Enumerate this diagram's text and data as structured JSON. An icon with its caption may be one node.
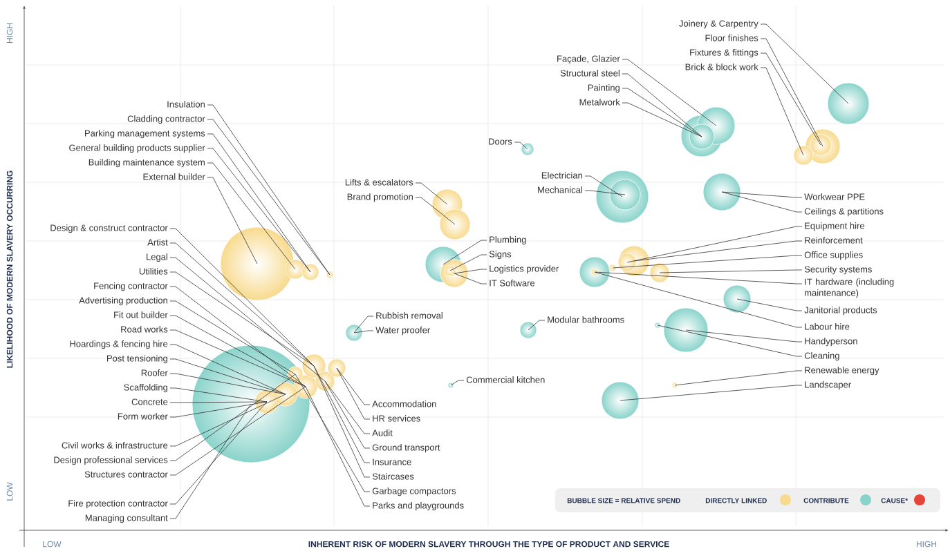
{
  "diagram": {
    "nodes": [
      {
        "text": [
          "Insulation"
        ]
      },
      {
        "text": [
          "Cladding contractor"
        ]
      },
      {
        "text": [
          "Parking management systems"
        ]
      },
      {
        "text": [
          "General building products supplier"
        ]
      },
      {
        "text": [
          "Building maintenance system"
        ]
      },
      {
        "text": [
          "External builder"
        ]
      },
      {
        "text": [
          "Design & construct contractor"
        ]
      },
      {
        "text": [
          "Artist"
        ]
      },
      {
        "text": [
          "Legal"
        ]
      },
      {
        "text": [
          "Utilities"
        ]
      },
      {
        "text": [
          "Fencing contractor"
        ]
      },
      {
        "text": [
          "Advertising production"
        ]
      },
      {
        "text": [
          "Fit out builder"
        ]
      },
      {
        "text": [
          "Road works"
        ]
      },
      {
        "text": [
          "Hoardings & fencing hire"
        ]
      },
      {
        "text": [
          "Post tensioning"
        ]
      },
      {
        "text": [
          "Roofer"
        ]
      },
      {
        "text": [
          "Scaffolding"
        ]
      },
      {
        "text": [
          "Concrete"
        ]
      },
      {
        "text": [
          "Form worker"
        ]
      },
      {
        "text": [
          "Civil works & infrastructure"
        ]
      },
      {
        "text": [
          "Design professional services"
        ]
      },
      {
        "text": [
          "Structures contractor"
        ]
      },
      {
        "text": [
          "Fire protection contractor"
        ]
      },
      {
        "text": [
          "Managing consultant"
        ]
      },
      {
        "text": [
          "Accommodation"
        ]
      },
      {
        "text": [
          "HR services"
        ]
      },
      {
        "text": [
          "Audit"
        ]
      },
      {
        "text": [
          "Ground transport"
        ]
      },
      {
        "text": [
          "Insurance"
        ]
      },
      {
        "text": [
          "Staircases"
        ]
      },
      {
        "text": [
          "Garbage compactors"
        ]
      },
      {
        "text": [
          "Parks and playgrounds"
        ]
      },
      {
        "text": [
          "Lifts & escalators"
        ]
      },
      {
        "text": [
          "Brand promotion"
        ]
      },
      {
        "text": [
          "Plumbing"
        ]
      },
      {
        "text": [
          "Signs"
        ]
      },
      {
        "text": [
          "Logistics provider"
        ]
      },
      {
        "text": [
          "IT Software"
        ]
      },
      {
        "text": [
          "Rubbish removal"
        ]
      },
      {
        "text": [
          "Water proofer"
        ]
      },
      {
        "text": [
          "Commercial kitchen"
        ]
      },
      {
        "text": [
          "Doors"
        ]
      },
      {
        "text": [
          "Electrician"
        ]
      },
      {
        "text": [
          "Mechanical"
        ]
      },
      {
        "text": [
          "Modular bathrooms"
        ]
      },
      {
        "text": [
          "Façade, Glazier"
        ]
      },
      {
        "text": [
          "Structural steel"
        ]
      },
      {
        "text": [
          "Painting"
        ]
      },
      {
        "text": [
          "Metalwork"
        ]
      },
      {
        "text": [
          "Joinery & Carpentry"
        ]
      },
      {
        "text": [
          "Floor finishes"
        ]
      },
      {
        "text": [
          "Fixtures & fittings"
        ]
      },
      {
        "text": [
          "Brick & block work"
        ]
      },
      {
        "text": [
          "Workwear PPE"
        ]
      },
      {
        "text": [
          "Ceilings & partitions"
        ]
      },
      {
        "text": [
          "Equipment hire"
        ]
      },
      {
        "text": [
          "Reinforcement"
        ]
      },
      {
        "text": [
          "Office supplies"
        ]
      },
      {
        "text": [
          "Security systems"
        ]
      },
      {
        "text": [
          "IT hardware (including maintenance)"
        ]
      },
      {
        "text": [
          "Janitorial products"
        ]
      },
      {
        "text": [
          "Labour hire"
        ]
      },
      {
        "text": [
          "Handyperson"
        ]
      },
      {
        "text": [
          "Cleaning"
        ]
      },
      {
        "text": [
          "Renewable energy"
        ]
      },
      {
        "text": [
          "Landscaper"
        ]
      },
      {
        "text": [],
        "shape": "circle"
      },
      {
        "text": [],
        "shape": "circle"
      },
      {
        "text": [],
        "shape": "circle",
        "in": 67
      },
      {
        "text": [],
        "shape": "circle",
        "in": 67
      },
      {
        "text": [],
        "shape": "circle"
      },
      {
        "text": [],
        "shape": "circle"
      },
      {
        "text": [],
        "shape": "circle",
        "in": 67
      },
      {
        "text": [],
        "shape": "circle"
      },
      {
        "text": [],
        "shape": "circle"
      },
      {
        "text": [],
        "shape": "circle"
      },
      {
        "text": [],
        "shape": "circle"
      },
      {
        "text": [],
        "shape": "circle"
      },
      {
        "text": [],
        "shape": "circle"
      },
      {
        "text": [],
        "shape": "circle"
      },
      {
        "text": [],
        "shape": "circle"
      },
      {
        "text": [],
        "shape": "circle"
      },
      {
        "text": [],
        "shape": "circle"
      },
      {
        "text": [],
        "shape": "circle"
      },
      {
        "text": [],
        "shape": "circle"
      },
      {
        "text": [],
        "shape": "circle"
      },
      {
        "text": [],
        "shape": "circle"
      },
      {
        "text": [],
        "shape": "circle"
      },
      {
        "text": [],
        "shape": "circle",
        "in": 88
      },
      {
        "text": [],
        "shape": "circle"
      },
      {
        "text": [],
        "shape": "circle"
      },
      {
        "text": [],
        "shape": "circle"
      },
      {
        "text": [],
        "shape": "circle",
        "in": 92
      },
      {
        "text": [],
        "shape": "circle",
        "in": 95
      },
      {
        "text": [],
        "shape": "circle"
      },
      {
        "text": [],
        "shape": "circle"
      },
      {
        "text": [],
        "shape": "circle"
      },
      {
        "text": [],
        "shape": "circle"
      },
      {
        "text": [],
        "shape": "circle"
      },
      {
        "text": [],
        "shape": "circle"
      },
      {
        "text": [],
        "shape": "circle",
        "in": 100
      },
      {
        "text": [],
        "shape": "circle"
      },
      {
        "text": [],
        "shape": "circle"
      },
      {
        "text": [],
        "shape": "circle"
      },
      {
        "text": [],
        "shape": "circle"
      },
      {
        "text": [],
        "shape": "circle",
        "in": 107
      },
      {
        "text": [],
        "shape": "circle"
      },
      {
        "text": [],
        "shape": "circle"
      }
    ],
    "edges": [
      {
        "from": 0,
        "to": 77,
        "arrow": "none"
      },
      {
        "from": 1,
        "to": 77,
        "arrow": "none"
      },
      {
        "from": 2,
        "to": 74,
        "arrow": "none"
      },
      {
        "from": 3,
        "to": 74,
        "arrow": "none"
      },
      {
        "from": 4,
        "to": 71,
        "arrow": "none"
      },
      {
        "from": 5,
        "to": 68,
        "arrow": "none"
      },
      {
        "from": 6,
        "to": 75,
        "arrow": "none"
      },
      {
        "from": 7,
        "to": 75,
        "arrow": "none"
      },
      {
        "from": 8,
        "to": 76,
        "arrow": "none"
      },
      {
        "from": 9,
        "to": 75,
        "arrow": "none"
      },
      {
        "from": 10,
        "to": 72,
        "arrow": "none"
      },
      {
        "from": 11,
        "to": 73,
        "arrow": "none"
      },
      {
        "from": 12,
        "to": 72,
        "arrow": "none"
      },
      {
        "from": 13,
        "to": 72,
        "arrow": "none"
      },
      {
        "from": 14,
        "to": 70,
        "arrow": "none"
      },
      {
        "from": 15,
        "to": 70,
        "arrow": "none"
      },
      {
        "from": 16,
        "to": 70,
        "arrow": "none"
      },
      {
        "from": 17,
        "to": 69,
        "arrow": "none"
      },
      {
        "from": 18,
        "to": 69,
        "arrow": "none"
      },
      {
        "from": 19,
        "to": 69,
        "arrow": "none"
      },
      {
        "from": 20,
        "to": 70,
        "arrow": "none"
      },
      {
        "from": 21,
        "to": 73,
        "arrow": "none"
      },
      {
        "from": 22,
        "to": 72,
        "arrow": "none"
      },
      {
        "from": 23,
        "to": 69,
        "arrow": "none"
      },
      {
        "from": 24,
        "to": 67,
        "arrow": "none"
      },
      {
        "from": 25,
        "to": 78,
        "arrow": "none"
      },
      {
        "from": 26,
        "to": 78,
        "arrow": "none"
      },
      {
        "from": 27,
        "to": 76,
        "arrow": "none"
      },
      {
        "from": 28,
        "to": 76,
        "arrow": "none"
      },
      {
        "from": 29,
        "to": 75,
        "arrow": "none"
      },
      {
        "from": 30,
        "to": 75,
        "arrow": "none"
      },
      {
        "from": 31,
        "to": 73,
        "arrow": "none"
      },
      {
        "from": 32,
        "to": 72,
        "arrow": "none"
      },
      {
        "from": 33,
        "to": 81,
        "arrow": "none"
      },
      {
        "from": 34,
        "to": 85,
        "arrow": "none"
      },
      {
        "from": 35,
        "to": 80,
        "arrow": "none"
      },
      {
        "from": 36,
        "to": 82,
        "arrow": "none"
      },
      {
        "from": 37,
        "to": 84,
        "arrow": "none"
      },
      {
        "from": 38,
        "to": 84,
        "arrow": "none"
      },
      {
        "from": 39,
        "to": 79,
        "arrow": "none"
      },
      {
        "from": 40,
        "to": 79,
        "arrow": "none"
      },
      {
        "from": 41,
        "to": 83,
        "arrow": "none"
      },
      {
        "from": 42,
        "to": 86,
        "arrow": "none"
      },
      {
        "from": 43,
        "to": 92,
        "arrow": "none"
      },
      {
        "from": 44,
        "to": 93,
        "arrow": "none"
      },
      {
        "from": 45,
        "to": 87,
        "arrow": "none"
      },
      {
        "from": 46,
        "to": 102,
        "arrow": "none"
      },
      {
        "from": 47,
        "to": 101,
        "arrow": "none"
      },
      {
        "from": 48,
        "to": 101,
        "arrow": "none"
      },
      {
        "from": 49,
        "to": 101,
        "arrow": "none"
      },
      {
        "from": 50,
        "to": 108,
        "arrow": "none"
      },
      {
        "from": 51,
        "to": 107,
        "arrow": "none"
      },
      {
        "from": 52,
        "to": 106,
        "arrow": "none"
      },
      {
        "from": 53,
        "to": 105,
        "arrow": "none"
      },
      {
        "from": 54,
        "to": 103,
        "arrow": "none"
      },
      {
        "from": 55,
        "to": 103,
        "arrow": "none"
      },
      {
        "from": 56,
        "to": 94,
        "arrow": "none"
      },
      {
        "from": 57,
        "to": 95,
        "arrow": "none"
      },
      {
        "from": 58,
        "to": 90,
        "arrow": "none"
      },
      {
        "from": 59,
        "to": 97,
        "arrow": "none"
      },
      {
        "from": 60,
        "to": 89,
        "arrow": "none"
      },
      {
        "from": 61,
        "to": 104,
        "arrow": "none"
      },
      {
        "from": 62,
        "to": 88,
        "arrow": "none"
      },
      {
        "from": 63,
        "to": 99,
        "arrow": "none"
      },
      {
        "from": 64,
        "to": 96,
        "arrow": "none"
      },
      {
        "from": 65,
        "to": 98,
        "arrow": "none"
      },
      {
        "from": 66,
        "to": 91,
        "arrow": "none"
      }
    ],
    "labels": [
      "HIGH",
      "LOW",
      "LIKELIHOOD OF MODERN SLAVERY OCCURRING",
      "LOW",
      "INHERENT RISK OF MODERN SLAVERY THROUGH THE TYPE OF PRODUCT AND SERVICE",
      "HIGH",
      "BUBBLE SIZE = RELATIVE SPEND"
    ],
    "legend": [
      {
        "text": "DIRECTLY LINKED",
        "color": "#f8da8e"
      },
      {
        "text": "CONTRIBUTE",
        "color": "#8ad3cb"
      },
      {
        "text": "CAUSE*",
        "color": "#e84338"
      }
    ]
  }
}
